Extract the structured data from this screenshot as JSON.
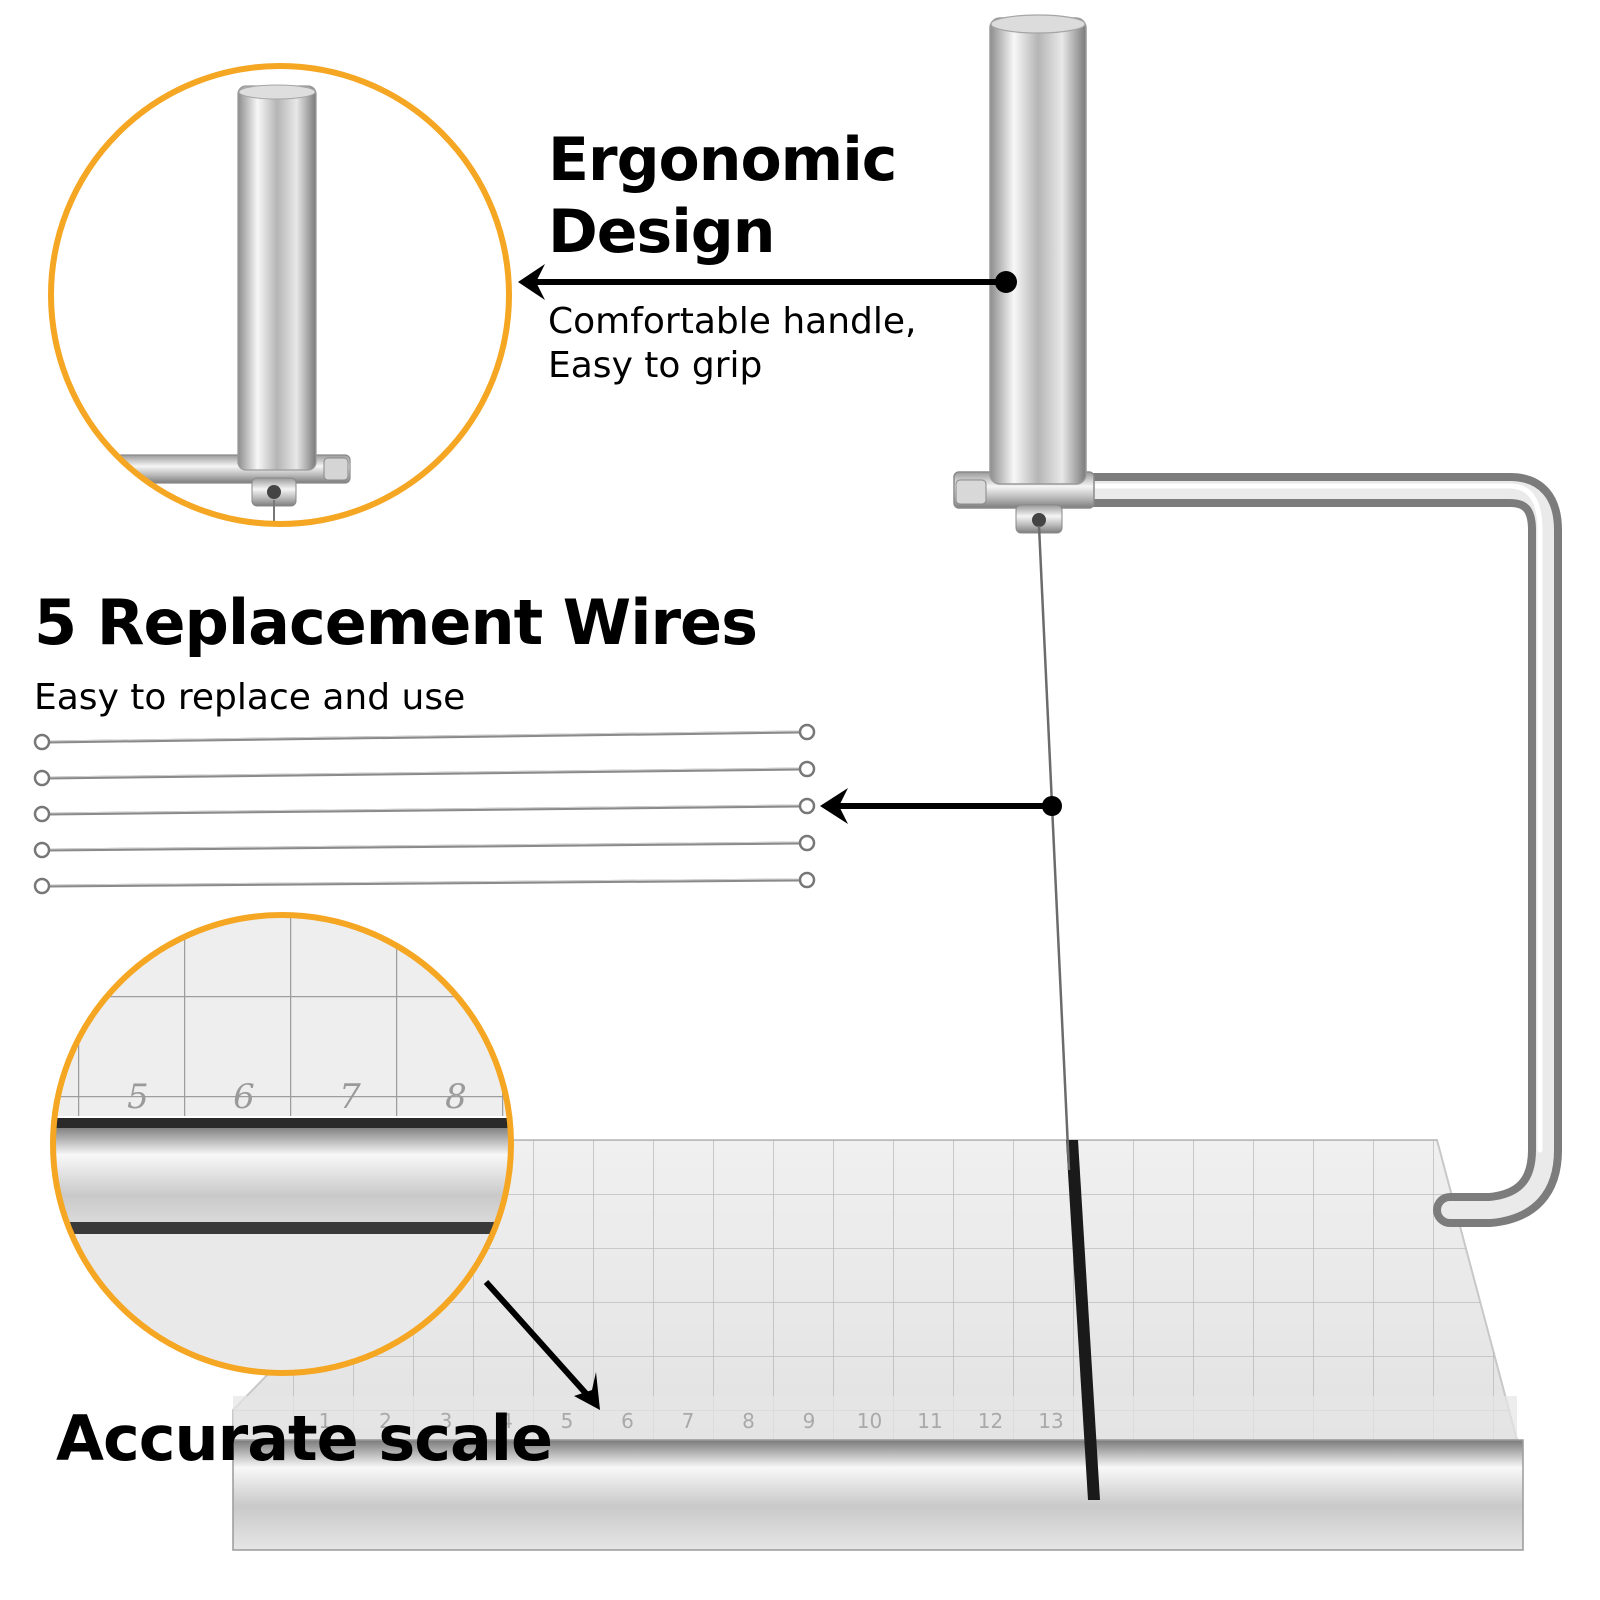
{
  "callouts": {
    "ergonomic": {
      "title_line1": "Ergonomic",
      "title_line2": "Design",
      "desc_line1": "Comfortable handle,",
      "desc_line2": "Easy to grip"
    },
    "wires": {
      "title": "5 Replacement Wires",
      "desc": "Easy to replace and use",
      "count": 5
    },
    "scale": {
      "title": "Accurate scale"
    }
  },
  "scale_marks_board": [
    "1",
    "2",
    "3",
    "4",
    "5",
    "6",
    "7",
    "8",
    "9",
    "10",
    "11",
    "12",
    "13"
  ],
  "scale_marks_zoom": [
    "5",
    "6",
    "7",
    "8"
  ],
  "colors": {
    "accent_ring": "#f5a623",
    "text": "#000000",
    "metal_light": "#f4f4f4",
    "metal_mid": "#bdbdbd",
    "metal_dark": "#6e6e6e",
    "grid_line": "#b8b8b8"
  },
  "icons": [
    "arrow-left-icon",
    "arrow-down-right-icon"
  ]
}
